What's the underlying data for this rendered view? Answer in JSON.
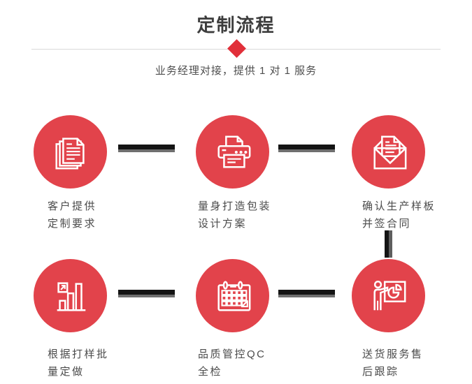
{
  "header": {
    "title": "定制流程",
    "subtitle": "业务经理对接，提供 1 对 1 服务"
  },
  "colors": {
    "circle_red": "#e2434b",
    "diamond_red": "#e12f39",
    "title_color": "#3d3d3d",
    "subtitle_color": "#4e4e4e",
    "label_color": "#4b4b4b",
    "divider_color": "#d9d9d9",
    "connector_black": "#141414",
    "connector_gray": "#6f6f6f",
    "vconnector_gray": "#5e5e5e"
  },
  "steps": [
    {
      "icon": "documents-icon",
      "label_line1": "客户提供",
      "label_line2": "定制要求"
    },
    {
      "icon": "printer-icon",
      "label_line1": "量身打造包装",
      "label_line2": "设计方案"
    },
    {
      "icon": "envelope-icon",
      "label_line1": "确认生产样板",
      "label_line2": "并签合同"
    },
    {
      "icon": "bar-chart-icon",
      "label_line1": "根据打样批",
      "label_line2": "量定做"
    },
    {
      "icon": "calendar-icon",
      "label_line1": "品质管控QC",
      "label_line2": "全检"
    },
    {
      "icon": "presentation-icon",
      "label_line1": "送货服务售",
      "label_line2": "后跟踪"
    }
  ]
}
